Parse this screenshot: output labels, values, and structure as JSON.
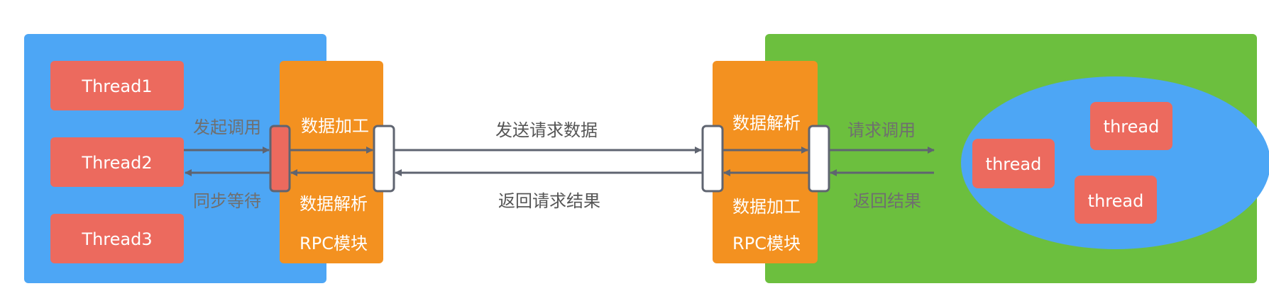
{
  "colors": {
    "client_bg": "#4da6f5",
    "server_bg": "#6cbf3e",
    "rpc_module": "#f39120",
    "thread_box": "#ec6a5e",
    "pool_ellipse": "#4da6f5",
    "connector": "#ffffff",
    "arrow": "#5f6470"
  },
  "client": {
    "threads": [
      "Thread1",
      "Thread2",
      "Thread3"
    ],
    "call_label": "发起调用",
    "wait_label": "同步等待",
    "rpc": {
      "process_label": "数据加工",
      "parse_label": "数据解析",
      "module_label": "RPC模块"
    }
  },
  "network": {
    "send_label": "发送请求数据",
    "return_label": "返回请求结果"
  },
  "server": {
    "rpc": {
      "parse_label": "数据解析",
      "process_label": "数据加工",
      "module_label": "RPC模块"
    },
    "call_label": "请求调用",
    "return_label": "返回结果",
    "pool_threads": [
      "thread",
      "thread",
      "thread"
    ]
  }
}
